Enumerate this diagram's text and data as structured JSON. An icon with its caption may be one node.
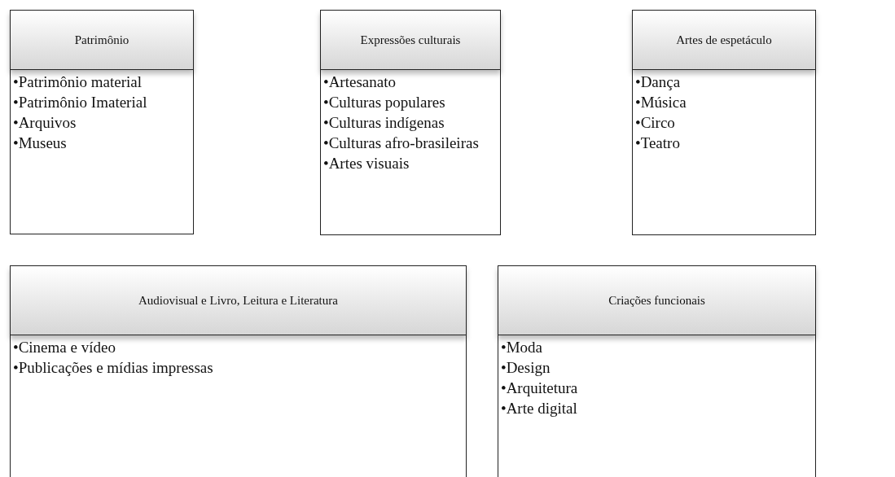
{
  "diagram": {
    "nodes": [
      {
        "text": [
          "Patrimônio",
          "•Patrimônio material",
          "•Patrimônio Imaterial",
          "•Arquivos",
          "•Museus"
        ]
      },
      {
        "text": [
          "Expressões culturais",
          "•Artesanato",
          "•Culturas populares",
          "•Culturas indígenas",
          "•Culturas afro-brasileiras",
          "•Artes visuais"
        ]
      },
      {
        "text": [
          "Artes de espetáculo",
          "•Dança",
          "•Música",
          "•Circo",
          "•Teatro"
        ]
      },
      {
        "text": [
          "Audiovisual e Livro, Leitura e Literatura",
          "•Cinema e vídeo",
          "•Publicações e mídias impressas"
        ]
      },
      {
        "text": [
          "Criações funcionais",
          "•Moda",
          "•Design",
          "•Arquitetura",
          "•Arte digital"
        ]
      }
    ]
  }
}
